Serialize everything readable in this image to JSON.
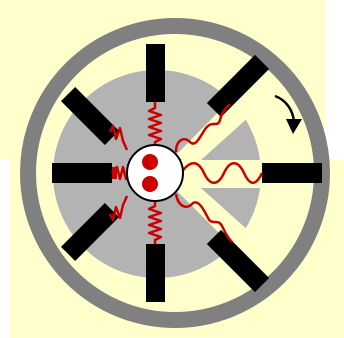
{
  "colors": {
    "background": "#ffffcc",
    "outer_ring": "#808080",
    "inner_disk": "#b3b3b3",
    "bar": "#000000",
    "spring": "#cc0000",
    "hub": "#ffffff",
    "hub_outline": "#000000",
    "particles": "#cc0000",
    "arrow": "#000000"
  },
  "icons": {
    "rotation": "clockwise-arrow-icon"
  },
  "diagram": {
    "spoke_count": 8,
    "rotation_direction": "clockwise",
    "particle_count": 2
  }
}
